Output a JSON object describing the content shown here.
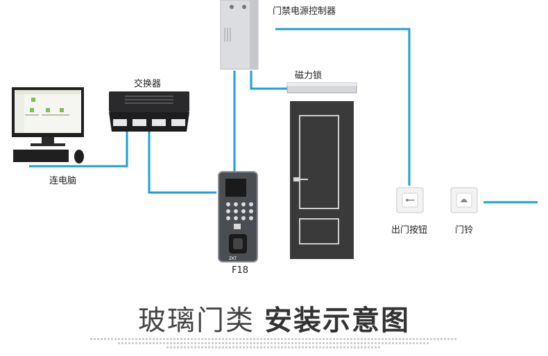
{
  "labels": {
    "controller": "门禁电源控制器",
    "lock": "磁力锁",
    "switch": "交换器",
    "computer": "连电脑",
    "device": "F18",
    "exit_button": "出门按钮",
    "doorbell": "门铃"
  },
  "title": {
    "part1": "玻璃门类",
    "part2": "安装示意图"
  },
  "colors": {
    "wire": "#1a9fd8",
    "door": "#3a3a3a",
    "device": "#4a4d52"
  }
}
